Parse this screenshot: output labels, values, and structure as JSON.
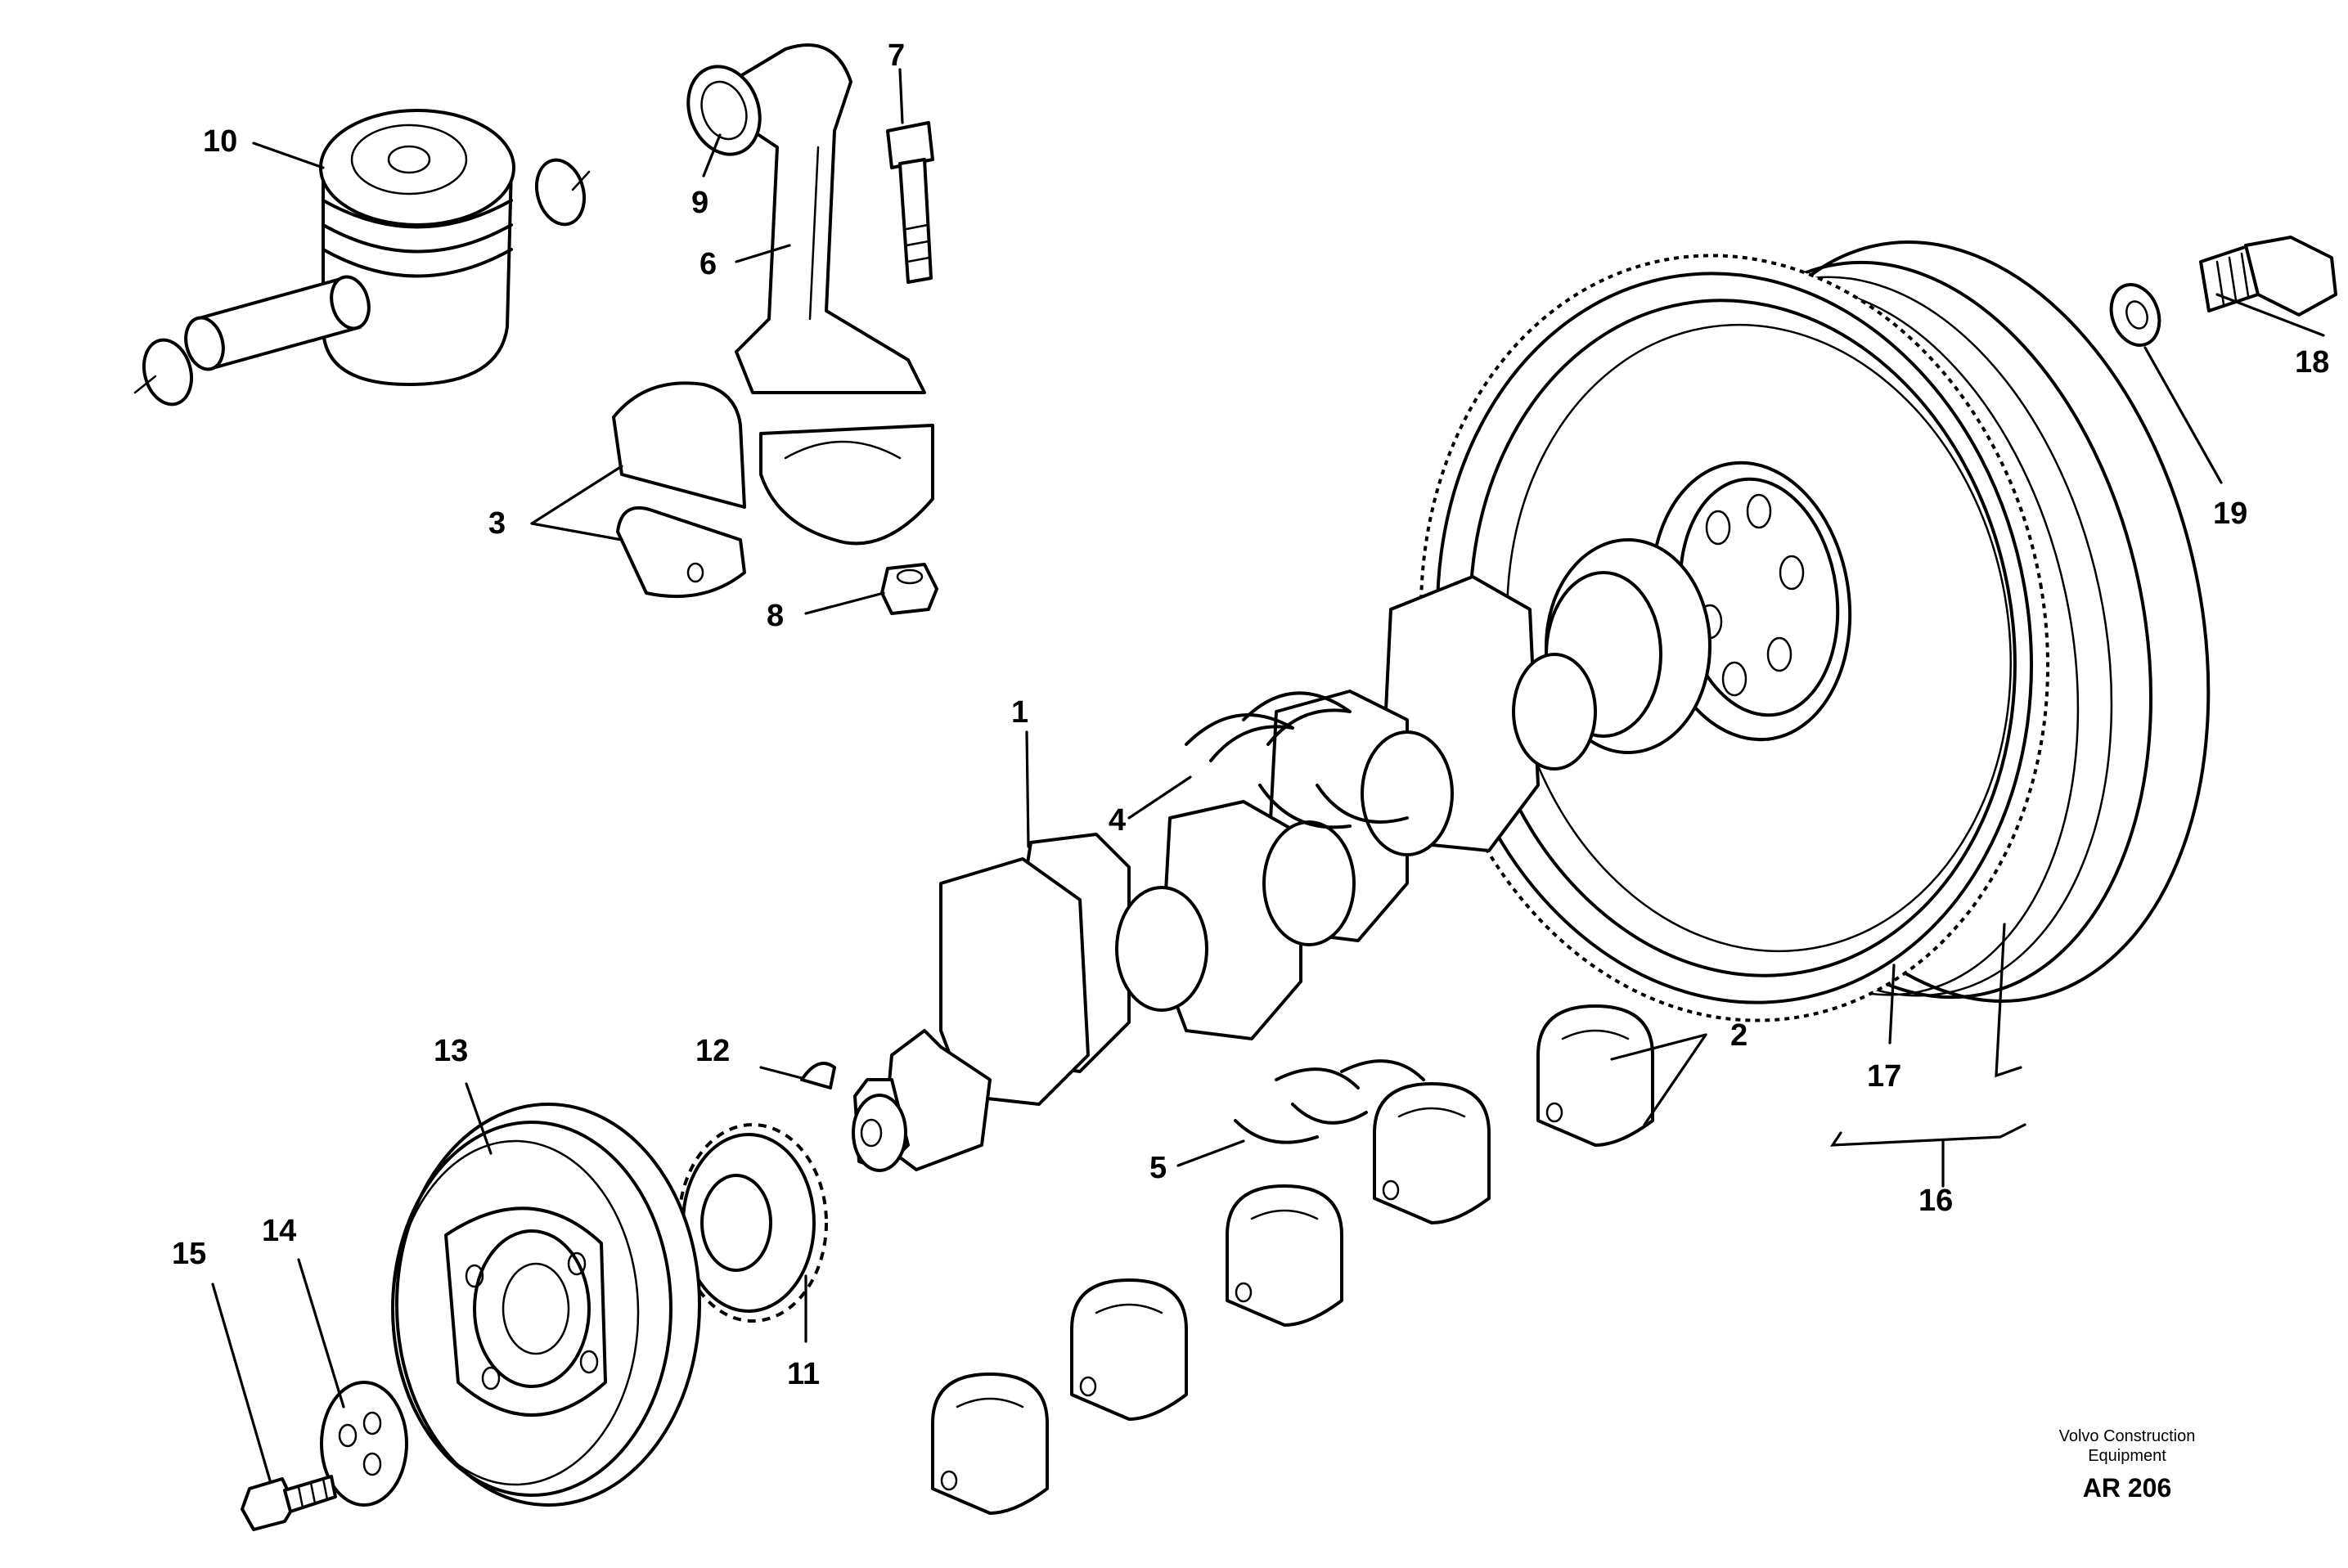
{
  "callouts": {
    "c1": "1",
    "c2": "2",
    "c3": "3",
    "c4": "4",
    "c5": "5",
    "c6": "6",
    "c7": "7",
    "c8": "8",
    "c9": "9",
    "c10": "10",
    "c11": "11",
    "c12": "12",
    "c13": "13",
    "c14": "14",
    "c15": "15",
    "c16": "16",
    "c17": "17",
    "c18": "18",
    "c19": "19"
  },
  "credit": {
    "line1": "Volvo Construction",
    "line2": "Equipment",
    "code": "AR 206"
  }
}
